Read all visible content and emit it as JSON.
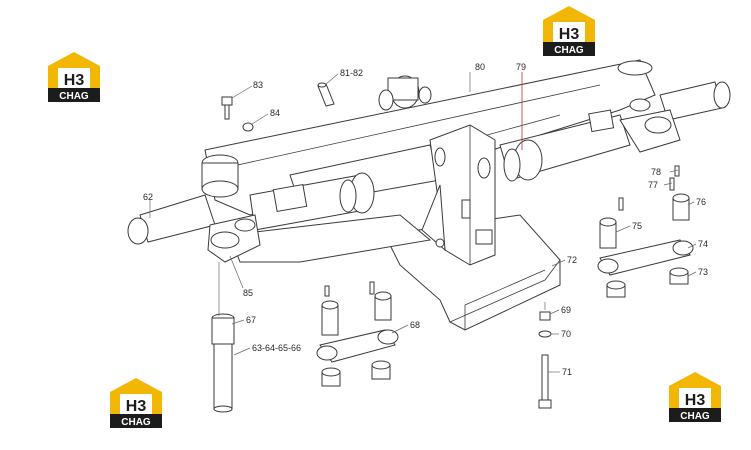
{
  "callouts": {
    "c80": "80",
    "c79": "79",
    "c83": "83",
    "c84": "84",
    "c8182": "81-82",
    "c62": "62",
    "c78": "78",
    "c77": "77",
    "c76": "76",
    "c75": "75",
    "c74": "74",
    "c73": "73",
    "c72": "72",
    "c85": "85",
    "c67": "67",
    "c636465": "63-64-65-66",
    "c68": "68",
    "c69": "69",
    "c70": "70",
    "c71": "71"
  },
  "logo": {
    "mark": "H3",
    "word": "CHAG"
  },
  "colors": {
    "logo_yellow": "#f2b705",
    "logo_dark": "#1c1c1c",
    "line": "#3a3a3a"
  }
}
